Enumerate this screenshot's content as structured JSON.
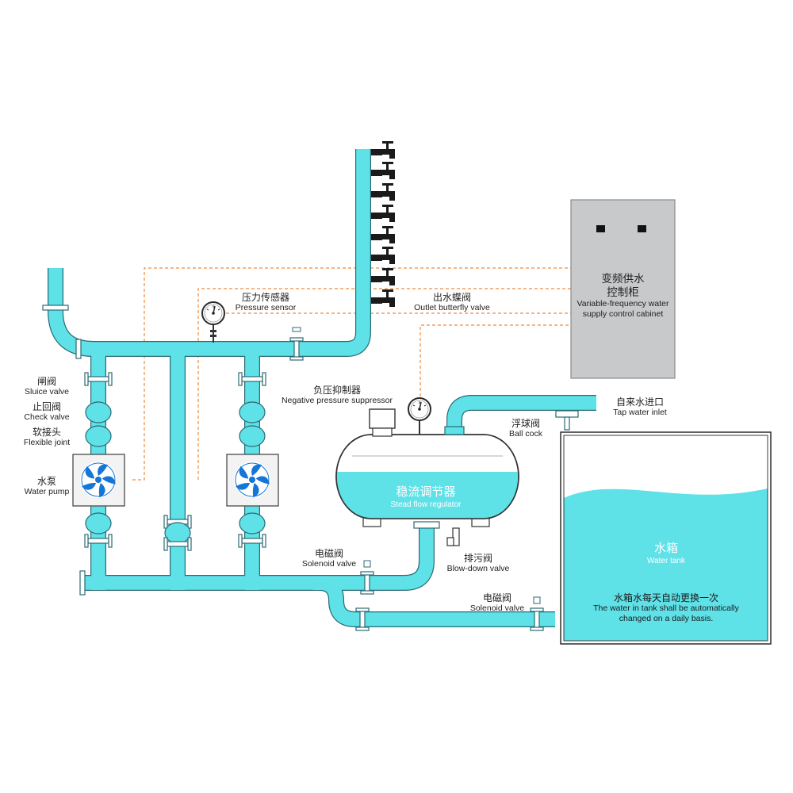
{
  "colors": {
    "pipe": "#5fe1e8",
    "pipe_outline": "#2a6a74",
    "water": "#5fe1e8",
    "cabinet": "#c8c9ca",
    "signal_line": "#f08a3c",
    "pump_blue": "#1476d6"
  },
  "icons": [
    "water-faucet-icon",
    "pressure-gauge-icon",
    "pump-impeller-icon",
    "flange-icon"
  ],
  "labels": {
    "sluice_valve": {
      "zh": "闸阀",
      "en": "Sluice valve"
    },
    "check_valve": {
      "zh": "止回阀",
      "en": "Check valve"
    },
    "flexible_joint": {
      "zh": "软接头",
      "en": "Flexible joint"
    },
    "water_pump": {
      "zh": "水泵",
      "en": "Water pump"
    },
    "pressure_sensor": {
      "zh": "压力传感器",
      "en": "Pressure sensor"
    },
    "outlet_butterfly_valve": {
      "zh": "出水蝶阀",
      "en": "Outlet butterfly valve"
    },
    "control_cabinet": {
      "zh1": "变频供水",
      "zh2": "控制柜",
      "en1": "Variable-frequency water",
      "en2": "supply control cabinet"
    },
    "negative_pressure_suppressor": {
      "zh": "负压抑制器",
      "en": "Negative pressure suppressor"
    },
    "tap_water_inlet": {
      "zh": "自来水进口",
      "en": "Tap water inlet"
    },
    "ball_cock": {
      "zh": "浮球阀",
      "en": "Ball cock"
    },
    "steady_flow_regulator": {
      "zh": "稳流调节器",
      "en": "Stead flow regulator"
    },
    "solenoid_valve_1": {
      "zh": "电磁阀",
      "en": "Solenoid valve"
    },
    "blow_down_valve": {
      "zh": "排污阀",
      "en": "Blow-down valve"
    },
    "solenoid_valve_2": {
      "zh": "电磁阀",
      "en": "Solenoid valve"
    },
    "water_tank": {
      "zh": "水箱",
      "en": "Water tank"
    },
    "tank_note": {
      "zh": "水箱水每天自动更换一次",
      "en1": "The water in tank shall be automatically",
      "en2": "changed on a daily basis."
    }
  }
}
